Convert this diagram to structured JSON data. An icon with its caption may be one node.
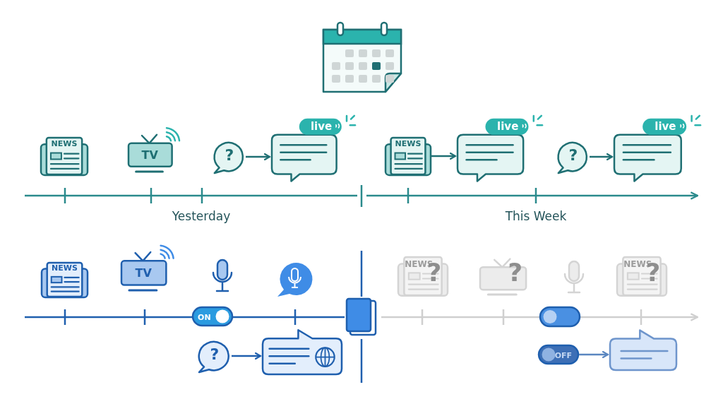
{
  "diagram": {
    "nodes": [
      {
        "text": [
          "NEWS"
        ]
      },
      {
        "text": [
          "TV"
        ]
      },
      {
        "text": [
          "?"
        ]
      },
      {
        "text": [
          "live"
        ]
      },
      {
        "text": [
          "NEWS"
        ]
      },
      {
        "text": [
          "live"
        ]
      },
      {
        "text": [
          "?"
        ]
      },
      {
        "text": [
          "live"
        ]
      },
      {
        "text": [
          "NEWS"
        ]
      },
      {
        "text": [
          "TV"
        ]
      },
      {
        "text": [
          "ON"
        ]
      },
      {
        "text": [
          "?"
        ]
      },
      {
        "text": [],
        "shape": "box"
      },
      {
        "text": [
          "NEWS",
          "?"
        ]
      },
      {
        "text": [
          "?"
        ]
      },
      {
        "text": [
          "NEWS",
          "?"
        ]
      },
      {
        "text": [
          "OFF"
        ]
      },
      {
        "text": [],
        "shape": "box"
      }
    ],
    "edges": [
      {
        "from": 2,
        "to": 3,
        "arrow": "to"
      },
      {
        "from": 4,
        "to": 5,
        "arrow": "to"
      },
      {
        "from": 6,
        "to": 7,
        "arrow": "to"
      },
      {
        "from": 11,
        "to": 12,
        "arrow": "to",
        "color": "#1f5fae"
      },
      {
        "from": 16,
        "to": 17,
        "arrow": "to",
        "color": "#5a86c0"
      }
    ],
    "labels": [
      "Yesterday",
      "This Week"
    ]
  }
}
